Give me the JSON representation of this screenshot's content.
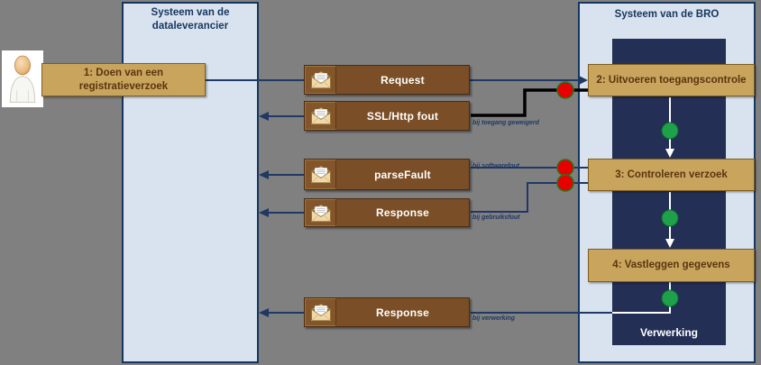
{
  "lanes": {
    "dataleverancier": {
      "title_line1": "Systeem van de",
      "title_line2": "dataleverancier"
    },
    "bro": {
      "title": "Systeem van de BRO",
      "processing_label": "Verwerking"
    }
  },
  "steps": {
    "step1_line1": "1: Doen van een",
    "step1_line2": "registratieverzoek",
    "step2": "2: Uitvoeren toegangscontrole",
    "step3": "3:  Controleren verzoek",
    "step4": "4: Vastleggen gegevens"
  },
  "messages": {
    "request": "Request",
    "ssl_http_fout": "SSL/Http fout",
    "parse_fault": "parseFault",
    "response_error": "Response",
    "response_final": "Response"
  },
  "notes": {
    "toegang": "bij toegang geweigerd",
    "software": "bij softwarefout",
    "gebruik": "bij gebruiksfout",
    "verwerking": "bij verwerking"
  },
  "colors": {
    "background": "#808080",
    "lane_fill": "#d9e3f0",
    "lane_border": "#17365d",
    "panel_navy": "#232f55",
    "box_tan": "#c9a45c",
    "box_brown": "#7a4e26",
    "line_navy": "#1f3864",
    "line_black": "#000000",
    "dot_red": "#e60000",
    "dot_green": "#1fa04a"
  }
}
